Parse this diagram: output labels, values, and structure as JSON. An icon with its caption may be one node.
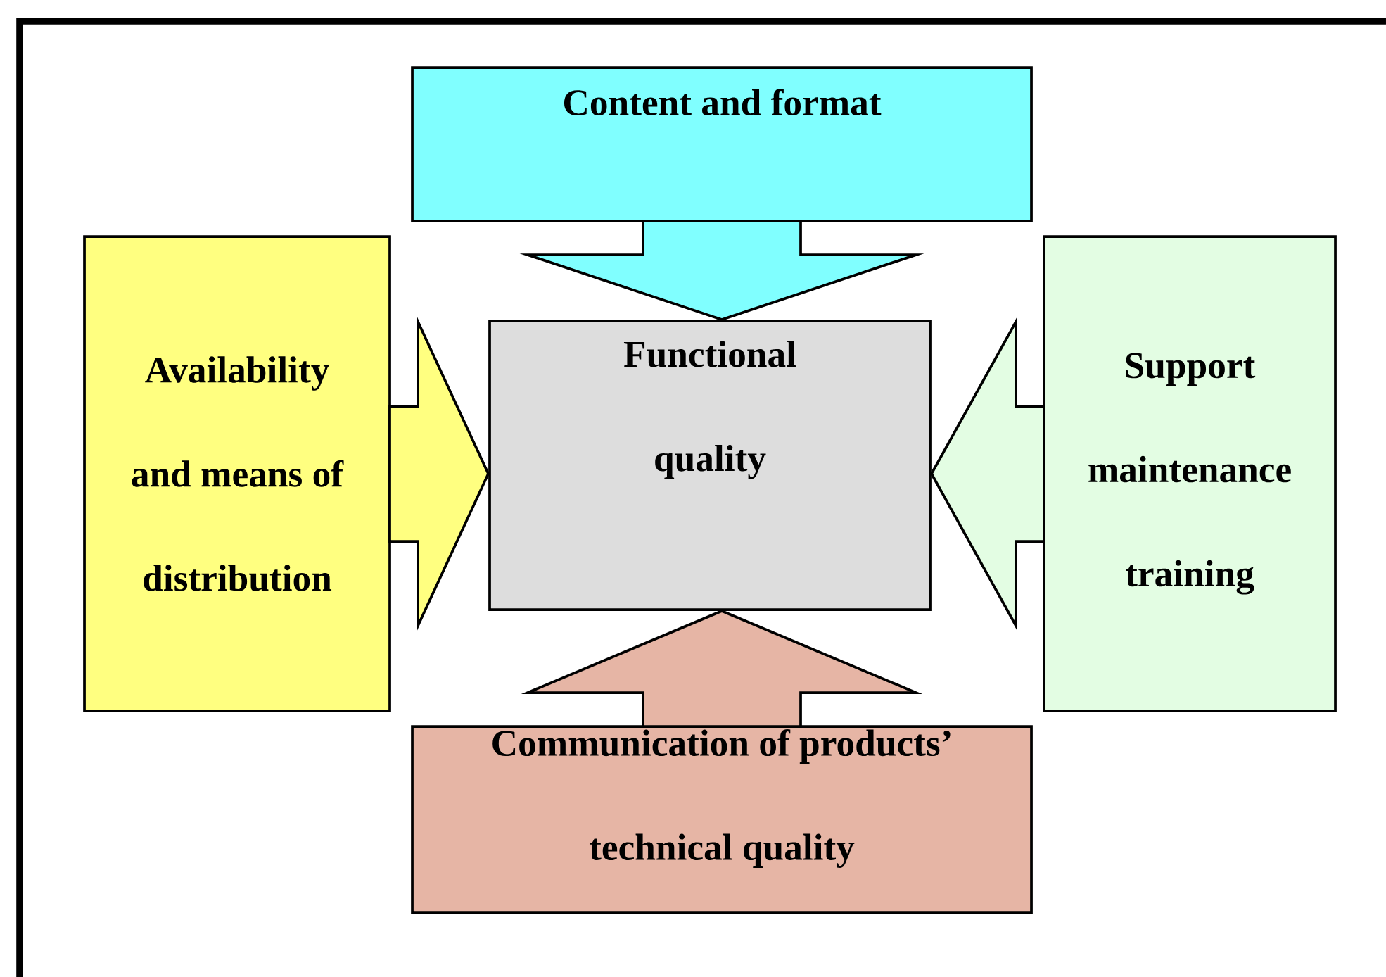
{
  "diagram": {
    "nodes": [
      {
        "text": [
          "Content and format"
        ]
      },
      {
        "text": [
          "Availability and means of distribution"
        ]
      },
      {
        "text": [
          "Functional quality"
        ]
      },
      {
        "text": [
          "Support maintenance training"
        ]
      },
      {
        "text": [
          "Communication of products’ technical quality"
        ]
      }
    ],
    "edges": [
      {
        "from": 0,
        "to": 2,
        "arrow": "to"
      },
      {
        "from": 1,
        "to": 2,
        "arrow": "to"
      },
      {
        "from": 3,
        "to": 2,
        "arrow": "to"
      },
      {
        "from": 4,
        "to": 2,
        "arrow": "to"
      }
    ]
  }
}
